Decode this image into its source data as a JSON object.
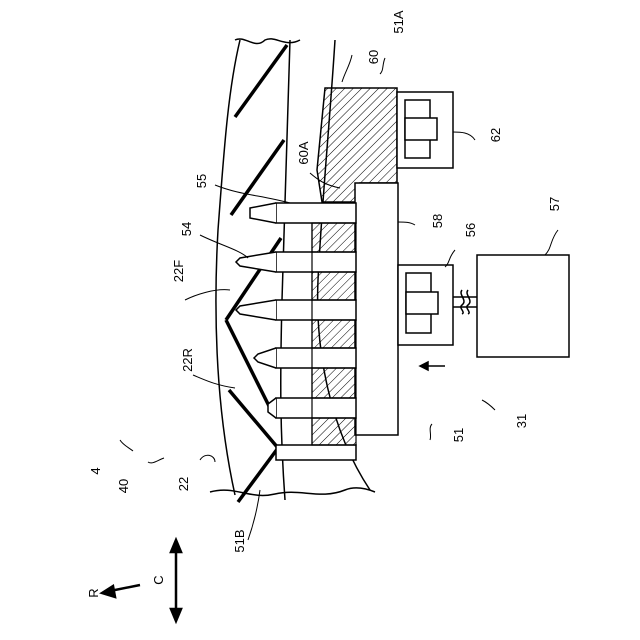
{
  "labels": {
    "l60": "60",
    "l51A": "51A",
    "l62": "62",
    "l60A": "60A",
    "l55": "55",
    "l54": "54",
    "l58": "58",
    "l56": "56",
    "l57": "57",
    "l22F": "22F",
    "l22R": "22R",
    "l4": "4",
    "l40": "40",
    "l22": "22",
    "l51": "51",
    "l31": "31",
    "l51B": "51B",
    "lR": "R",
    "lC": "C"
  }
}
